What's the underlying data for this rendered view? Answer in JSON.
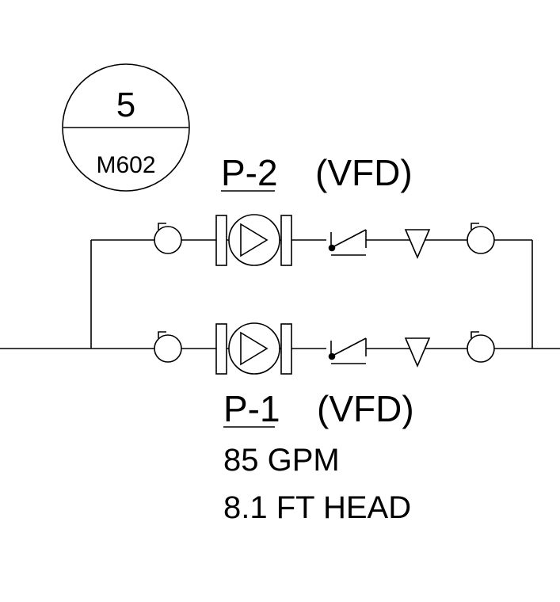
{
  "section_tag": {
    "number": "5",
    "sheet": "M602"
  },
  "pump_2": {
    "tag": "P-2",
    "drive": "(VFD)"
  },
  "pump_1": {
    "tag": "P-1",
    "drive": "(VFD)",
    "flow": "85 GPM",
    "head": "8.1 FT HEAD"
  }
}
